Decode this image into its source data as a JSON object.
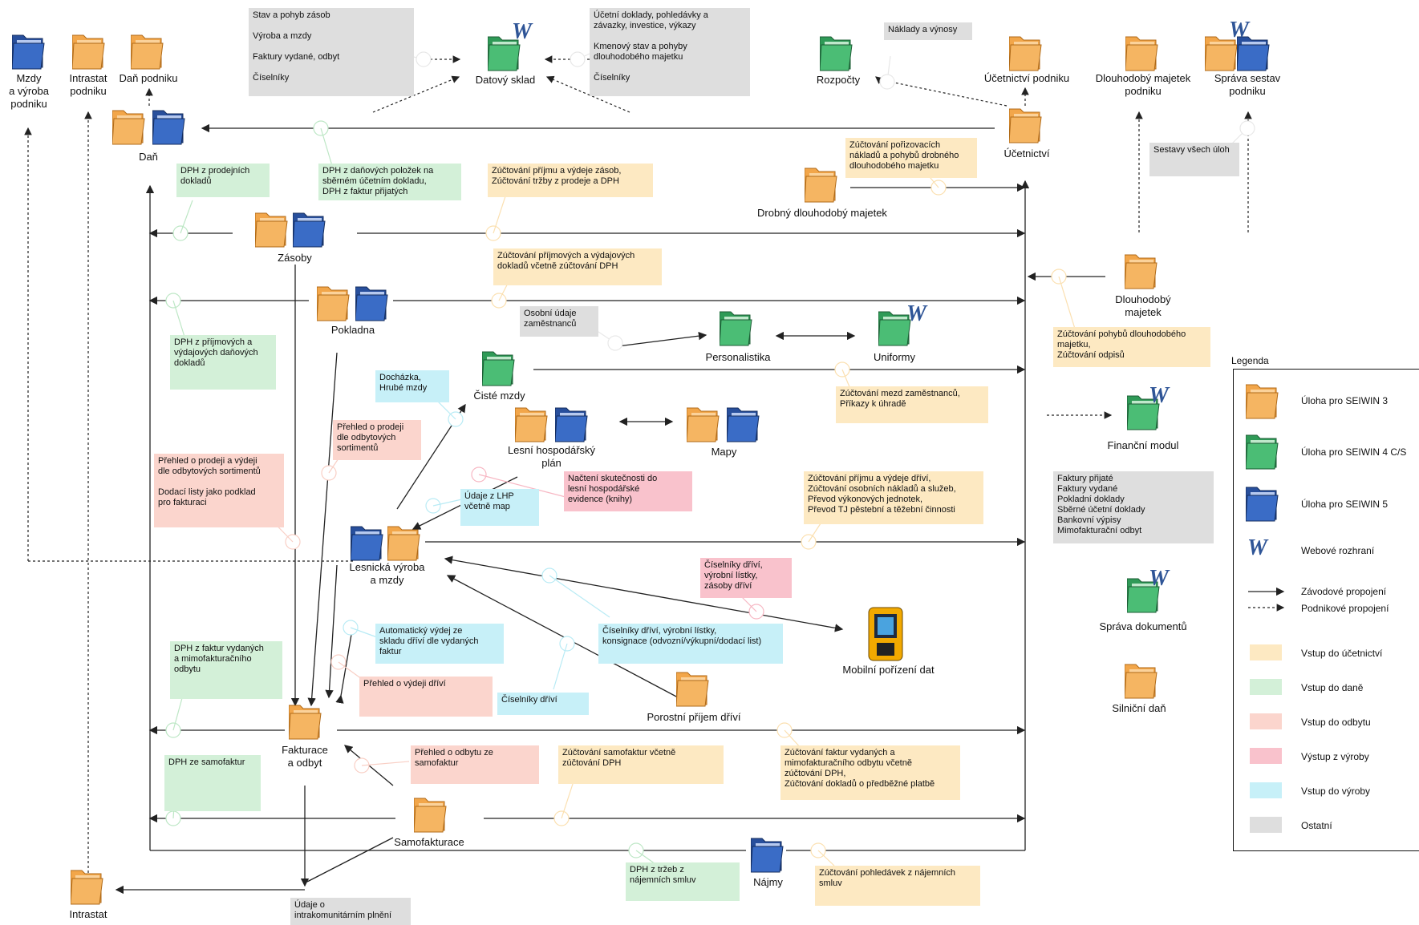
{
  "colors": {
    "yellow": "#fde9c2",
    "green": "#d3f0d8",
    "pink": "#fbd5cd",
    "red": "#f9c2cc",
    "cyan": "#c7f0f8",
    "grey": "#dedede",
    "folder_orange": "#f2a64a",
    "folder_green": "#37a862",
    "folder_blue": "#2e5fb5"
  },
  "nodes": {
    "mzdy": "Mzdy\na výroba\npodniku",
    "intrastat_podniku": "Intrastat\npodniku",
    "dan_podniku": "Daň podniku",
    "datovy_sklad": "Datový sklad",
    "rozpocty": "Rozpočty",
    "ucetnictvi_podniku": "Účetnictví podniku",
    "dlouhodoby_majetek_podniku": "Dlouhodobý majetek\npodniku",
    "sprava_sestav": "Správa sestav\npodniku",
    "dan": "Daň",
    "ucetnictvi": "Účetnictví",
    "drobny_dm": "Drobný dlouhodobý majetek",
    "zasoby": "Zásoby",
    "pokladna": "Pokladna",
    "dlouhodoby_majetek": "Dlouhodobý\nmajetek",
    "personalistika": "Personalistika",
    "uniformy": "Uniformy",
    "ciste_mzdy": "Čisté mzdy",
    "lhp": "Lesní hospodářský\nplán",
    "mapy": "Mapy",
    "financni_modul": "Finanční modul",
    "lesnicka_vyroba": "Lesnická výroba\na mzdy",
    "mobilni": "Mobilní pořízení dat",
    "sprava_dokumentu": "Správa dokumentů",
    "porostni": "Porostní příjem dříví",
    "silnicni_dan": "Silniční daň",
    "fakturace": "Fakturace\na odbyt",
    "samofakturace": "Samofakturace",
    "najmy": "Nájmy",
    "intrastat": "Intrastat"
  },
  "notes": {
    "n1": "Stav a pohyb zásob\n\nVýroba a mzdy\n\nFaktury vydané, odbyt\n\nČíselníky",
    "n2": "Účetní doklady, pohledávky a\nzávazky, investice, výkazy\n\nKmenový stav a pohyby\ndlouhodobého majetku\n\nČíselníky",
    "n3": "Náklady a výnosy",
    "n4": "Sestavy všech úloh",
    "n5": "DPH z prodejních\ndokladů",
    "n6": "DPH z daňových položek na\nsběrném účetním dokladu,\nDPH z faktur přijatých",
    "n7": "Zúčtování příjmu a výdeje zásob,\nZúčtování tržby z prodeje a DPH",
    "n8": "Zúčtování pořizovacích\nnákladů a pohybů drobného\ndlouhodobého majetku",
    "n9": "Zúčtování příjmových a výdajových\ndokladů včetně zúčtování DPH",
    "n10": "Osobní údaje\nzaměstnanců",
    "n11": "DPH z příjmových a\nvýdajových daňových\ndokladů",
    "n12": "Zúčtování pohybů dlouhodobého\nmajetku,\nZúčtování odpisů",
    "n13": "Docházka,\nHrubé mzdy",
    "n14": "Zúčtování mezd zaměstnanců,\nPříkazy k úhradě",
    "n15": "Přehled o prodeji\ndle odbytových\nsortimentů",
    "n16": "Přehled o prodeji a výdeji\ndle odbytových sortimentů\n\nDodací listy jako podklad\npro fakturaci",
    "n17": "Načtení skutečnosti do\nlesní hospodářské\nevidence (knihy)",
    "n18": "Údaje z LHP\nvčetně map",
    "n19": "Zúčtování příjmu a výdeje dříví,\nZúčtování osobních nákladů a služeb,\nPřevod výkonových jednotek,\nPřevod TJ pěstební a těžební činnosti",
    "n20": "Faktury přijaté\nFaktury vydané\nPokladní doklady\nSběrné účetní doklady\nBankovní výpisy\nMimofakturační odbyt",
    "n21": "Číselníky dříví,\nvýrobní lístky,\nzásoby dříví",
    "n22": "Automatický výdej ze\nskladu dříví dle vydaných\nfaktur",
    "n23": "Číselníky dříví, výrobní lístky,\nkonsignace (odvozní/výkupní/dodací list)",
    "n24": "DPH z faktur vydaných\na mimofakturačního\nodbytu",
    "n25": "Přehled o výdeji dříví",
    "n26": "Číselníky dříví",
    "n27": "DPH ze samofaktur",
    "n28": "Přehled o odbytu ze\nsamofaktur",
    "n29": "Zúčtování samofaktur včetně\nzúčtování DPH",
    "n30": "Zúčtování faktur vydaných a\nmimofakturačního odbytu včetně\nzúčtování DPH,\nZúčtování dokladů o předběžné platbě",
    "n31": "DPH z tržeb z\nnájemních smluv",
    "n32": "Zúčtování pohledávek z nájemních\nsmluv",
    "n33": "Údaje o\nintrakomunitárním plnění"
  },
  "legend": {
    "title": "Legenda",
    "seiwin3": "Úloha pro SEIWIN 3",
    "seiwin4": "Úloha pro SEIWIN 4 C/S",
    "seiwin5": "Úloha pro SEIWIN 5",
    "web": "Webové rozhraní",
    "zavodove": "Závodové propojení",
    "podnikove": "Podnikové propojení",
    "ucetnictvi": "Vstup do účetnictví",
    "dane": "Vstup do daně",
    "odbytu": "Vstup do odbytu",
    "vystup_vyroby": "Výstup z výroby",
    "vstup_vyroby": "Vstup do výroby",
    "ostatni": "Ostatní"
  }
}
